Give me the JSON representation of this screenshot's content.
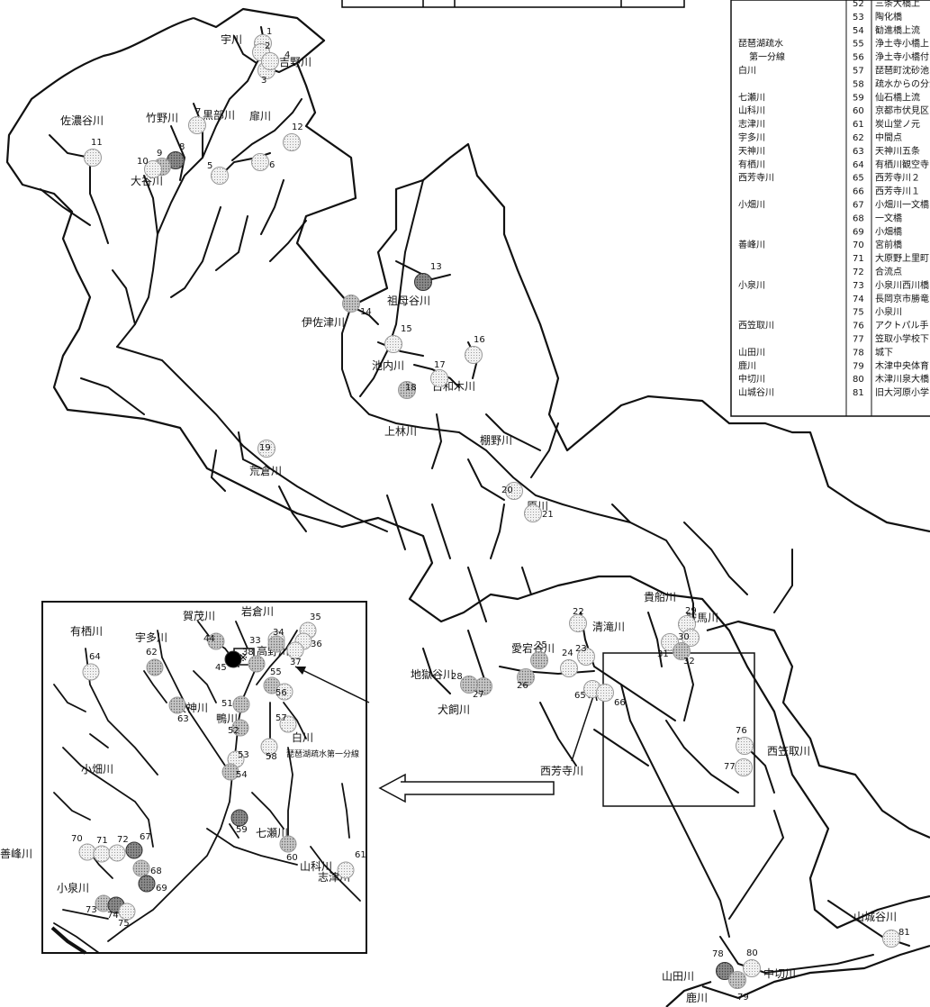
{
  "rivers": {
    "ujigawa": "宇川",
    "yoshinogawa": "吉野川",
    "shinanotani": "佐濃谷川",
    "takenogawa": "竹野川",
    "kurobegawa": "黒部川",
    "tobiragawa": "扉川",
    "otanigawa": "大谷川",
    "sobotani": "祖母谷川",
    "isazu": "伊佐津川",
    "ikeuchi": "池内川",
    "kowaki": "古和木川",
    "kamibayashi": "上林川",
    "tanano": "棚野川",
    "arakura": "荒倉川",
    "harakawa": "原川",
    "kifune": "貴船川",
    "kurama": "鞍馬川",
    "kiyotaki": "清滝川",
    "atagotani": "愛宕谷川",
    "jigokutani": "地獄谷川",
    "inukai": "犬飼川",
    "saihouji": "西芳寺川",
    "nishikasatori": "西笠取川",
    "yamashirotani": "山城谷川",
    "yamada": "山田川",
    "shika": "鹿川",
    "nakakiri": "中切川"
  },
  "inset": {
    "kamo": "賀茂川",
    "iwakura": "岩倉川",
    "arisu": "有栖川",
    "uda": "宇多川",
    "takano": "高野川",
    "tenjin": "天神川",
    "kamo2": "鴨川",
    "shirakawa": "白川",
    "obata": "小畑川",
    "yoshimine": "善峰川",
    "koizumi": "小泉川",
    "shichise": "七瀬川",
    "yamashina": "山科川",
    "shizu": "志津川",
    "biwako_label": "琵琶湖疏水第一分線",
    "note_mark": "※"
  },
  "legend": {
    "groups": [
      "",
      "",
      "",
      "琵琶湖疏水",
      "第一分線",
      "白川",
      "",
      "七瀬川",
      "山科川",
      "志津川",
      "宇多川",
      "天神川",
      "有栖川",
      "西芳寺川",
      "",
      "小畑川",
      "",
      "",
      "善峰川",
      "",
      "",
      "小泉川",
      "",
      "",
      "西笠取川",
      "",
      "山田川",
      "鹿川",
      "中切川",
      "山城谷川"
    ],
    "rows": [
      {
        "n": "52",
        "t": "三条大橋上"
      },
      {
        "n": "53",
        "t": "陶化橋"
      },
      {
        "n": "54",
        "t": "勧進橋上流"
      },
      {
        "n": "55",
        "t": "浄土寺小橋上"
      },
      {
        "n": "56",
        "t": "浄土寺小橋付"
      },
      {
        "n": "57",
        "t": "琵琶町沈砂池"
      },
      {
        "n": "58",
        "t": "疏水からの分流"
      },
      {
        "n": "59",
        "t": "仙石橋上流"
      },
      {
        "n": "60",
        "t": "京都市伏見区"
      },
      {
        "n": "61",
        "t": "炭山堂ノ元"
      },
      {
        "n": "62",
        "t": "中間点"
      },
      {
        "n": "63",
        "t": "天神川五条"
      },
      {
        "n": "64",
        "t": "有栖川観空寺"
      },
      {
        "n": "65",
        "t": "西芳寺川２"
      },
      {
        "n": "66",
        "t": "西芳寺川１"
      },
      {
        "n": "67",
        "t": "小畑川一文橋"
      },
      {
        "n": "68",
        "t": "一文橋"
      },
      {
        "n": "69",
        "t": "小畑橋"
      },
      {
        "n": "70",
        "t": "宮前橋"
      },
      {
        "n": "71",
        "t": "大原野上里町"
      },
      {
        "n": "72",
        "t": "合流点"
      },
      {
        "n": "73",
        "t": "小泉川西川橋"
      },
      {
        "n": "74",
        "t": "長岡京市勝竜"
      },
      {
        "n": "75",
        "t": "小泉川"
      },
      {
        "n": "76",
        "t": "アクトパル手"
      },
      {
        "n": "77",
        "t": "笠取小学校下"
      },
      {
        "n": "78",
        "t": "城下"
      },
      {
        "n": "79",
        "t": "木津中央体育"
      },
      {
        "n": "80",
        "t": "木津川泉大橋"
      },
      {
        "n": "81",
        "t": "旧大河原小学"
      }
    ]
  },
  "stations": [
    {
      "n": "1",
      "s": "l"
    },
    {
      "n": "2",
      "s": "l"
    },
    {
      "n": "3",
      "s": "l"
    },
    {
      "n": "4",
      "s": "l"
    },
    {
      "n": "5",
      "s": "l"
    },
    {
      "n": "6",
      "s": "l"
    },
    {
      "n": "7",
      "s": "l"
    },
    {
      "n": "8",
      "s": "d"
    },
    {
      "n": "9",
      "s": "m"
    },
    {
      "n": "10",
      "s": "l"
    },
    {
      "n": "11",
      "s": "l"
    },
    {
      "n": "12",
      "s": "l"
    },
    {
      "n": "13",
      "s": "d"
    },
    {
      "n": "14",
      "s": "m"
    },
    {
      "n": "15",
      "s": "l"
    },
    {
      "n": "16",
      "s": "l"
    },
    {
      "n": "17",
      "s": "l"
    },
    {
      "n": "18",
      "s": "m"
    },
    {
      "n": "19",
      "s": "l"
    },
    {
      "n": "20",
      "s": "l"
    },
    {
      "n": "21",
      "s": "l"
    },
    {
      "n": "22",
      "s": "l"
    },
    {
      "n": "23",
      "s": "l"
    },
    {
      "n": "24",
      "s": "l"
    },
    {
      "n": "25",
      "s": "m"
    },
    {
      "n": "26",
      "s": "m"
    },
    {
      "n": "27",
      "s": "m"
    },
    {
      "n": "28",
      "s": "m"
    },
    {
      "n": "29",
      "s": "l"
    },
    {
      "n": "30",
      "s": "l"
    },
    {
      "n": "31",
      "s": "l"
    },
    {
      "n": "32",
      "s": "m"
    },
    {
      "n": "65",
      "s": "l"
    },
    {
      "n": "66",
      "s": "l"
    },
    {
      "n": "76",
      "s": "l"
    },
    {
      "n": "77",
      "s": "l"
    },
    {
      "n": "78",
      "s": "d"
    },
    {
      "n": "79",
      "s": "m"
    },
    {
      "n": "80",
      "s": "l"
    },
    {
      "n": "81",
      "s": "l"
    },
    {
      "n": "33",
      "s": "l"
    },
    {
      "n": "34",
      "s": "m"
    },
    {
      "n": "35",
      "s": "l"
    },
    {
      "n": "36",
      "s": "l"
    },
    {
      "n": "37",
      "s": "l"
    },
    {
      "n": "38",
      "s": "m"
    },
    {
      "n": "44",
      "s": "m"
    },
    {
      "n": "45",
      "s": "k"
    },
    {
      "n": "51",
      "s": "m"
    },
    {
      "n": "52",
      "s": "m"
    },
    {
      "n": "53",
      "s": "l"
    },
    {
      "n": "54",
      "s": "m"
    },
    {
      "n": "55",
      "s": "m"
    },
    {
      "n": "56",
      "s": "l"
    },
    {
      "n": "57",
      "s": "l"
    },
    {
      "n": "58",
      "s": "l"
    },
    {
      "n": "59",
      "s": "d"
    },
    {
      "n": "60",
      "s": "m"
    },
    {
      "n": "61",
      "s": "l"
    },
    {
      "n": "62",
      "s": "m"
    },
    {
      "n": "63",
      "s": "m"
    },
    {
      "n": "64",
      "s": "l"
    },
    {
      "n": "67",
      "s": "d"
    },
    {
      "n": "68",
      "s": "m"
    },
    {
      "n": "69",
      "s": "d"
    },
    {
      "n": "70",
      "s": "l"
    },
    {
      "n": "71",
      "s": "l"
    },
    {
      "n": "72",
      "s": "l"
    },
    {
      "n": "73",
      "s": "m"
    },
    {
      "n": "74",
      "s": "d"
    },
    {
      "n": "75",
      "s": "l"
    }
  ],
  "colors": {
    "light": "#e2e2e2",
    "medium": "#b8b8b8",
    "dark": "#777777",
    "black": "#000000",
    "line": "#111111"
  }
}
